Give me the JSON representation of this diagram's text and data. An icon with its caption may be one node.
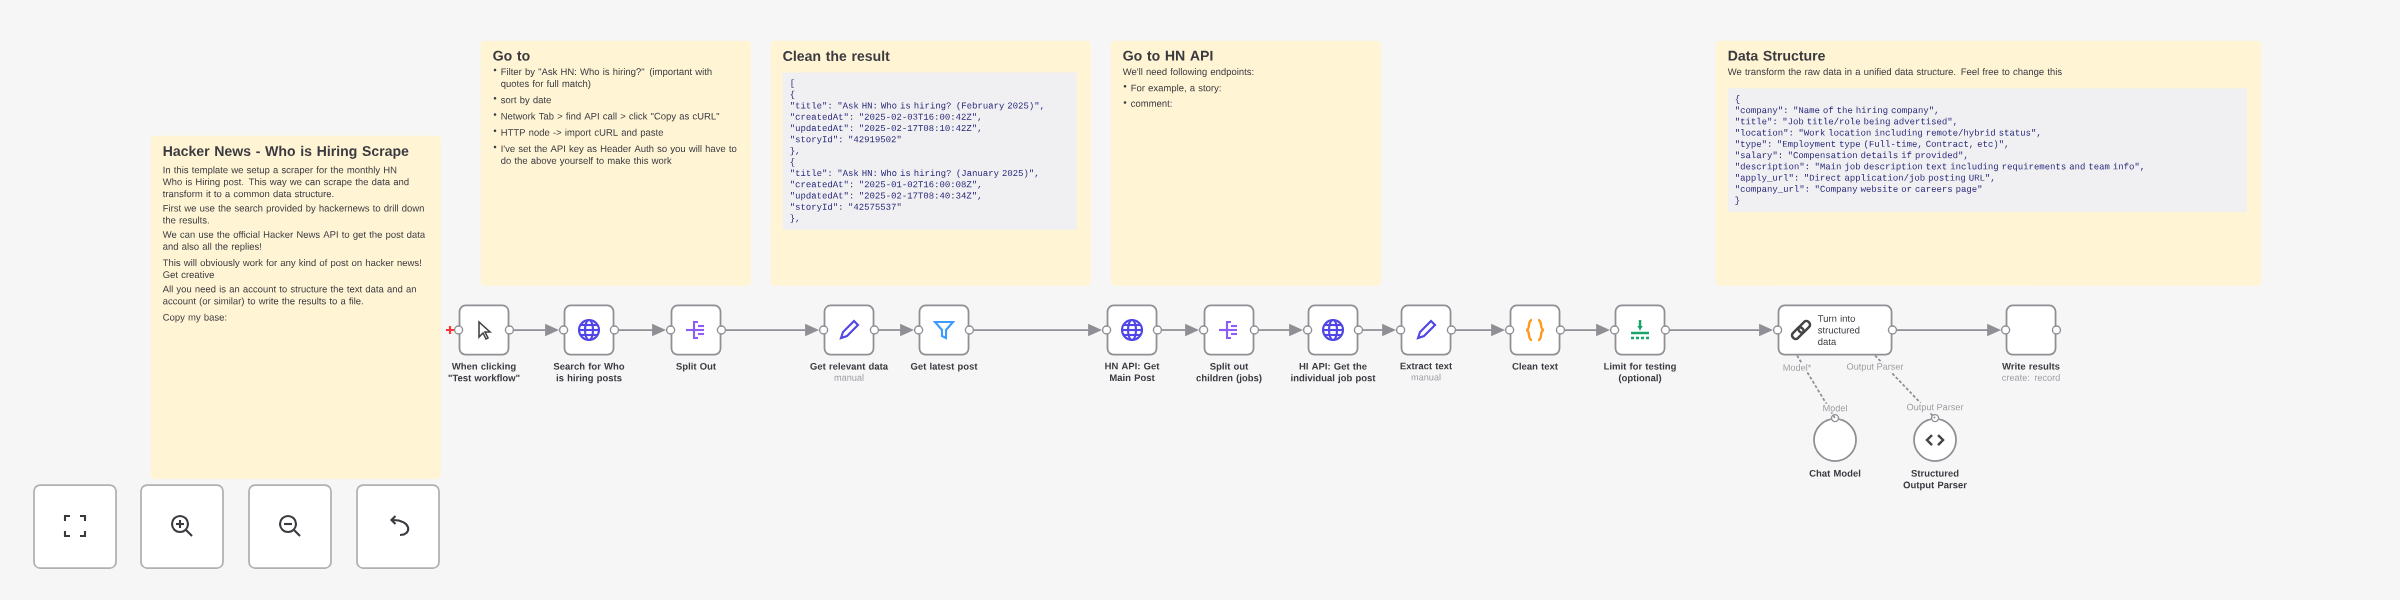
{
  "diagram": {
    "nodes": [
      {
        "text": [
          "Hacker News - Who is Hiring Scrape",
          "In this template we setup a scraper for the monthly HN Who is Hiring post. This way we can scrape the data and transform it to a common data structure.",
          "First we use the search provided by hackernews to drill down the results.",
          "We can use the official Hacker News API to get the post data and also all the replies!",
          "This will obviously work for any kind of post on hacker news! Get creative",
          "All you need is an account to structure the text data and an account (or similar) to write the results to a file.",
          "Copy my base:"
        ]
      },
      {
        "text": [
          "Go to",
          "Filter by \"Ask HN: Who is hiring?\" (important with quotes for full match)",
          "sort by date",
          "Network Tab > find API call > click \"Copy as cURL\"",
          "HTTP node -> import cURL and paste",
          "I've set the API key as Header Auth so you will have to do the above yourself to make this work"
        ]
      },
      {
        "text": [
          "Clean the result",
          "[",
          "{",
          "\"title\": \"Ask HN: Who is hiring? (February 2025)\",",
          "\"createdAt\": \"2025-02-03T16:00:42Z\",",
          "\"updatedAt\": \"2025-02-17T08:10:42Z\",",
          "\"storyId\": \"42919502\"",
          "},",
          "{",
          "\"title\": \"Ask HN: Who is hiring? (January 2025)\",",
          "\"createdAt\": \"2025-01-02T16:00:08Z\",",
          "\"updatedAt\": \"2025-02-17T08:40:34Z\",",
          "\"storyId\": \"42575537\"",
          "},"
        ]
      },
      {
        "text": [
          "Go to HN API",
          "We'll need following endpoints:",
          "For example, a story:",
          "comment:"
        ]
      },
      {
        "text": [
          "Data Structure",
          "We transform the raw data in a unified data structure. Feel free to change this",
          "{",
          "\"company\": \"Name of the hiring company\",",
          "\"title\": \"Job title/role being advertised\",",
          "\"location\": \"Work location including remote/hybrid status\",",
          "\"type\": \"Employment type (Full-time, Contract, etc)\",",
          "\"salary\": \"Compensation details if provided\",",
          "\"description\": \"Main job description text including requirements and team info\",",
          "\"apply_url\": \"Direct application/job posting URL\",",
          "\"company_url\": \"Company website or careers page\"",
          "}"
        ]
      },
      {
        "text": [
          "When clicking \"Test workflow\""
        ]
      },
      {
        "text": [
          "Search for Who is hiring posts"
        ]
      },
      {
        "text": [
          "Split Out"
        ]
      },
      {
        "text": [
          "Get relevant data",
          "manual"
        ]
      },
      {
        "text": [
          "Get latest post"
        ]
      },
      {
        "text": [
          "HN API: Get Main Post"
        ]
      },
      {
        "text": [
          "Split out children (jobs)"
        ]
      },
      {
        "text": [
          "HI API: Get the individual job post"
        ]
      },
      {
        "text": [
          "Extract text",
          "manual"
        ]
      },
      {
        "text": [
          "Clean text"
        ]
      },
      {
        "text": [
          "Limit for testing (optional)"
        ]
      },
      {
        "text": [
          "Turn into structured data"
        ]
      },
      {
        "text": [
          "Write results",
          "create: record"
        ]
      },
      {
        "text": [
          "Chat Model"
        ]
      },
      {
        "text": [
          "Structured Output Parser"
        ]
      }
    ],
    "edges": [
      {
        "from": 5,
        "to": 6,
        "arrow": "to"
      },
      {
        "from": 6,
        "to": 7,
        "arrow": "to"
      },
      {
        "from": 7,
        "to": 8,
        "arrow": "to"
      },
      {
        "from": 8,
        "to": 9,
        "arrow": "to"
      },
      {
        "from": 9,
        "to": 10,
        "arrow": "to"
      },
      {
        "from": 10,
        "to": 11,
        "arrow": "to"
      },
      {
        "from": 11,
        "to": 12,
        "arrow": "to"
      },
      {
        "from": 12,
        "to": 13,
        "arrow": "to"
      },
      {
        "from": 13,
        "to": 14,
        "arrow": "to"
      },
      {
        "from": 14,
        "to": 15,
        "arrow": "to"
      },
      {
        "from": 15,
        "to": 16,
        "arrow": "to"
      },
      {
        "from": 16,
        "to": 17,
        "arrow": "to"
      },
      {
        "from": 16,
        "to": 18,
        "arrow": "none",
        "style": "dashed",
        "label": "Model*"
      },
      {
        "from": 16,
        "to": 19,
        "arrow": "none",
        "style": "dashed",
        "label": "Output Parser"
      }
    ],
    "labels": [
      "Model",
      "Output Parser"
    ]
  }
}
